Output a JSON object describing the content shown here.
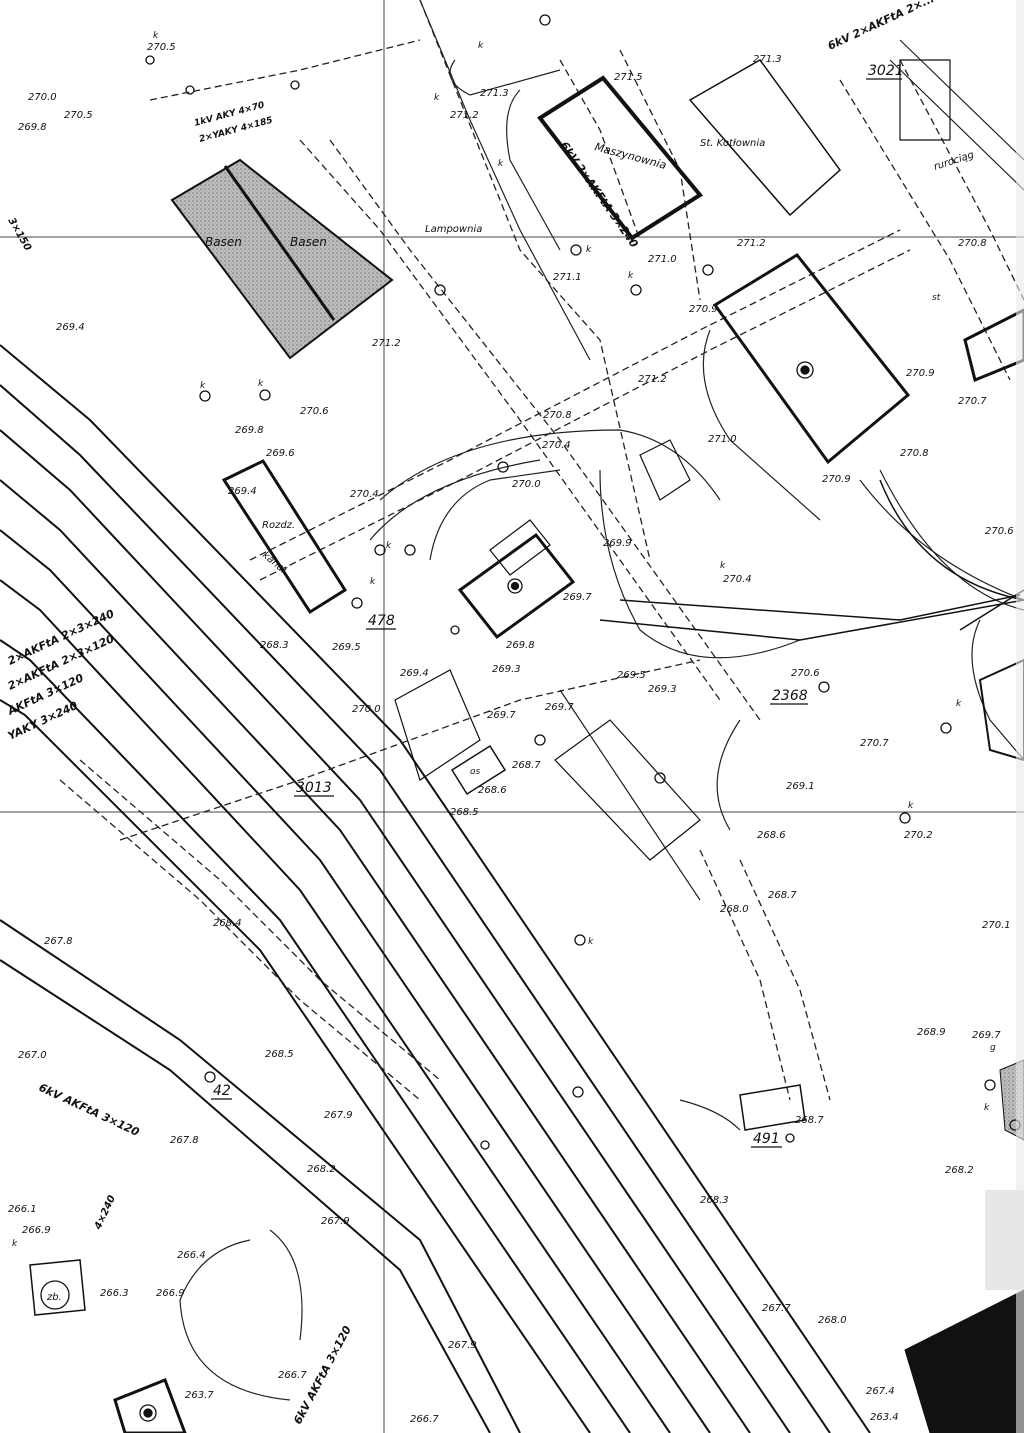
{
  "buildings": {
    "maszynownia": "Maszynownia",
    "kotlownia": "St. Kotłownia",
    "lampownia": "Lampownia",
    "basen": "Basen",
    "rozdz": "Rozdz.",
    "kanal": "kanał",
    "os": "os",
    "zb": "zb."
  },
  "parcels": [
    "3021",
    "478",
    "2368",
    "3013",
    "42",
    "491"
  ],
  "elevations": [
    "270.5",
    "270.0",
    "270.5",
    "269.8",
    "271.3",
    "271.2",
    "271.5",
    "271.3",
    "271.2",
    "269.4",
    "271.2",
    "271.1",
    "271.0",
    "270.8",
    "270.9",
    "269.8",
    "269.6",
    "270.6",
    "271.2",
    "270.9",
    "270.7",
    "269.4",
    "270.4",
    "270.8",
    "270.0",
    "271.0",
    "270.8",
    "270.4",
    "269.9",
    "270.9",
    "270.6",
    "269.7",
    "269.8",
    "269.3",
    "270.4",
    "269.5",
    "269.3",
    "270.6",
    "268.3",
    "269.5",
    "269.4",
    "270.0",
    "269.7",
    "269.7",
    "268.7",
    "268.6",
    "268.5",
    "269.1",
    "268.6",
    "270.7",
    "270.2",
    "268.4",
    "267.8",
    "268.0",
    "268.7",
    "270.1",
    "268.5",
    "268.9",
    "267.9",
    "267.8",
    "267.0",
    "268.2",
    "268.7",
    "268.2",
    "266.1",
    "266.9",
    "266.4",
    "266.3",
    "267.9",
    "268.3",
    "266.9",
    "267.9",
    "263.7",
    "266.7",
    "266.7",
    "267.7",
    "268.0",
    "267.4",
    "263.4",
    "269.7"
  ],
  "cables": {
    "c1": "6kV 2×AKFtA 2×...",
    "c2": "1kV AKY 4×70",
    "c3": "2×YAKY 4×185",
    "c4": "6kV 2×AKFtA 3×240",
    "c5": "2×AKFtA 2×3×240",
    "c6": "2×AKFtA 2×3×120",
    "c7": "AKFtA 3×120",
    "c8": "YAKY 3×240",
    "c9": "6kV AKFtA 3×120",
    "c10": "6kV AKFtA 3×120",
    "c11": "rurociąg",
    "c12": "3×150",
    "c13": "4×240"
  },
  "symbols": {
    "k": "k",
    "st": "st",
    "g": "g"
  }
}
